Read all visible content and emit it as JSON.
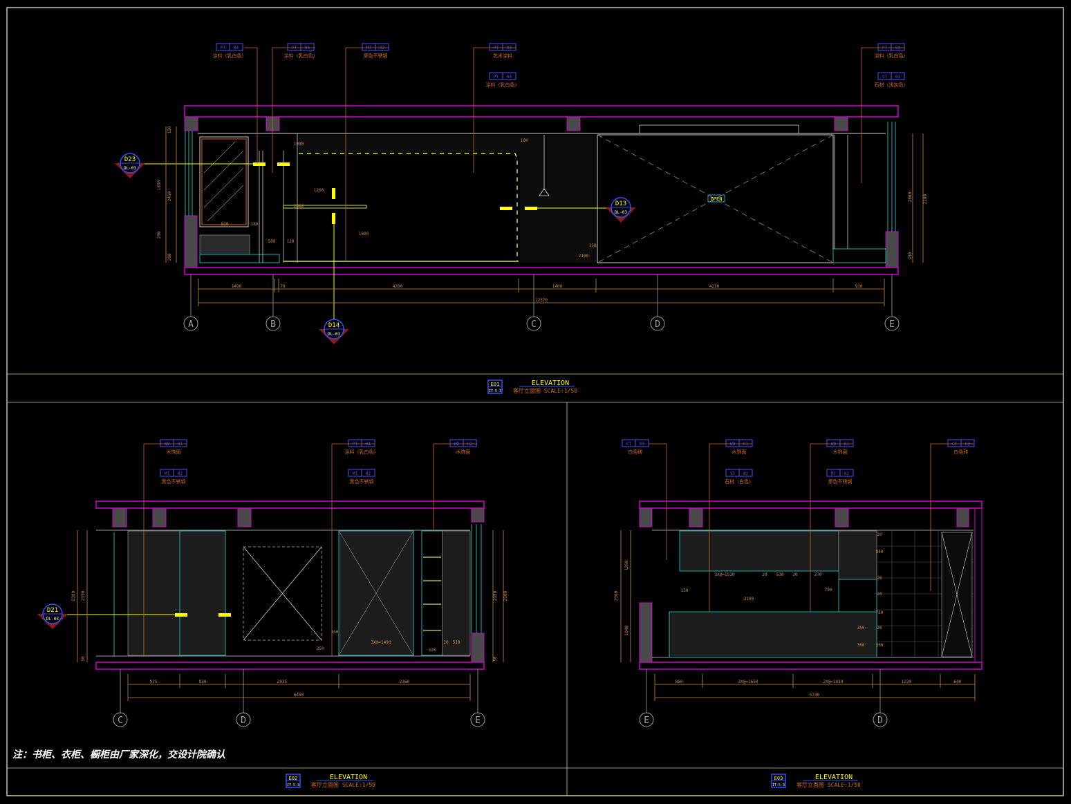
{
  "colors": {
    "background": "#000000",
    "frame": "#c8c8a0",
    "wall": "#d400d4",
    "column": "#4a4a4a",
    "leader": "#d2691e",
    "tag_box": "#5050ff",
    "dim": "#c88c3c",
    "cabinet": "#20b0b0",
    "marker": "#ffff00",
    "grid_line": "#a0a0a0",
    "wood": "#7a7a7a",
    "light_strip": "#c8e650",
    "title_blue": "#3050ff"
  },
  "notes": {
    "main": "注：书柜、衣柜、橱柜由厂家深化，交设计院确认"
  },
  "elevation_e01": {
    "sheet_no": "E01",
    "sheet_ref": "IT-5-3",
    "title": "ELEVATION",
    "subtitle": "客厅立面图  SCALE:1/50",
    "callouts": [
      {
        "code_a": "PT",
        "code_b": "04",
        "label": "涂料（乳白色）"
      },
      {
        "code_a": "PT",
        "code_b": "04",
        "label": "涂料（乳白色）"
      },
      {
        "code_a": "MT",
        "code_b": "02",
        "label": "黑色不锈钢"
      },
      {
        "code_a": "PT",
        "code_b": "03",
        "label": "艺术涂料"
      },
      {
        "code_a": "PT",
        "code_b": "04",
        "label": "涂料（乳白色）"
      },
      {
        "code_a": "PT",
        "code_b": "04",
        "label": "涂料（乳白色）"
      },
      {
        "code_a": "ST",
        "code_b": "03",
        "label": "石材（浅灰色）"
      }
    ],
    "bottom_dims": [
      "1490",
      "70",
      "4200",
      "1400",
      "4230",
      "930"
    ],
    "total_dim": "12370",
    "left_dims": [
      "150",
      "1850",
      "2450",
      "250",
      "200"
    ],
    "right_dims": [
      "2000",
      "2100",
      "250"
    ],
    "inner_dims": [
      "1200",
      "2000",
      "1000",
      "920",
      "180",
      "500",
      "120",
      "150",
      "100",
      "1900",
      "2100"
    ],
    "grid_labels": [
      "A",
      "B",
      "C",
      "D",
      "E"
    ],
    "section_marks": [
      {
        "id": "D23",
        "ref": "DL-03"
      },
      {
        "id": "D13",
        "ref": "DL-03"
      },
      {
        "id": "D14",
        "ref": "DL-03"
      }
    ],
    "open_label": "OPEN"
  },
  "elevation_e02": {
    "sheet_no": "E02",
    "sheet_ref": "IT-5-3",
    "title": "ELEVATION",
    "subtitle": "客厅立面图  SCALE:1/50",
    "callouts": [
      {
        "code_a": "WD",
        "code_b": "01",
        "label": "木饰面"
      },
      {
        "code_a": "MT",
        "code_b": "02",
        "label": "黑色不锈钢"
      },
      {
        "code_a": "PT",
        "code_b": "04",
        "label": "涂料（乳白色）"
      },
      {
        "code_a": "MT",
        "code_b": "02",
        "label": "黑色不锈钢"
      },
      {
        "code_a": "WD",
        "code_b": "02",
        "label": "木饰面"
      }
    ],
    "bottom_dims": [
      "925",
      "830",
      "2035",
      "2360"
    ],
    "total_dim": "6450",
    "left_dims": [
      "2300",
      "2350",
      "50"
    ],
    "right_dims": [
      "2350",
      "2300",
      "50"
    ],
    "inner_dims": [
      "150",
      "350",
      "3X@=1490",
      "320",
      "20",
      "510"
    ],
    "grid_labels": [
      "C",
      "D",
      "E"
    ],
    "section_marks": [
      {
        "id": "D21",
        "ref": "DL-03"
      }
    ]
  },
  "elevation_e03": {
    "sheet_no": "E03",
    "sheet_ref": "IT-5-3",
    "title": "ELEVATION",
    "subtitle": "客厅立面图  SCALE:1/50",
    "callouts": [
      {
        "code_a": "CT",
        "code_b": "03",
        "label": "白色砖"
      },
      {
        "code_a": "WD",
        "code_b": "01",
        "label": "木饰面"
      },
      {
        "code_a": "ST",
        "code_b": "02",
        "label": "石材（白色）"
      },
      {
        "code_a": "WD",
        "code_b": "01",
        "label": "木饰面"
      },
      {
        "code_a": "MT",
        "code_b": "02",
        "label": "黑色不锈钢"
      },
      {
        "code_a": "CT",
        "code_b": "03",
        "label": "白色砖"
      }
    ],
    "bottom_dims": [
      "860",
      "3X@=1650",
      "2X@=1410",
      "1220",
      "600"
    ],
    "total_dim": "5740",
    "left_dims": [
      "1260",
      "2300",
      "1040"
    ],
    "inner_dims": [
      "3X@=1510",
      "20",
      "530",
      "20",
      "370",
      "790",
      "2100",
      "150",
      "20",
      "840",
      "20",
      "20",
      "750",
      "20",
      "300",
      "350",
      "300"
    ],
    "grid_labels": [
      "E",
      "D"
    ]
  }
}
